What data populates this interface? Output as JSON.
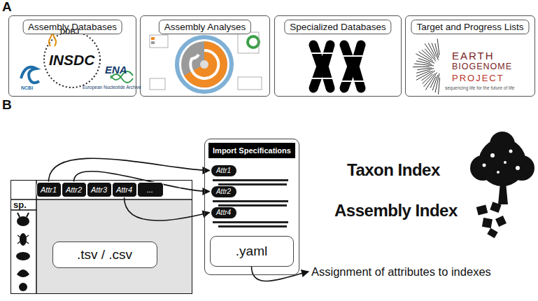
{
  "diagram": {
    "nodes": [
      {
        "text": [
          "Assembly Databases"
        ]
      },
      {
        "text": [
          "Assembly Analyses"
        ]
      },
      {
        "text": [
          "Specialized Databases"
        ]
      },
      {
        "text": [
          "Target and Progress Lists"
        ]
      },
      {
        "text": [
          "sp."
        ]
      },
      {
        "text": [
          "Attr1"
        ],
        "in": 4
      },
      {
        "text": [
          "Attr2"
        ],
        "in": 4
      },
      {
        "text": [
          "Attr3"
        ],
        "in": 4
      },
      {
        "text": [
          "Attr4"
        ],
        "in": 4
      },
      {
        "text": [
          "..."
        ],
        "in": 4
      },
      {
        "text": [
          ".tsv / .csv"
        ],
        "in": 4
      },
      {
        "text": [
          "Import Specifications"
        ]
      },
      {
        "text": [
          "Attr1"
        ],
        "in": 11
      },
      {
        "text": [
          "Attr2"
        ],
        "in": 11
      },
      {
        "text": [
          "Attr4"
        ],
        "in": 11
      },
      {
        "text": [
          ".yaml"
        ],
        "in": 11
      },
      {
        "text": [
          "Assignment of attributes to indexes"
        ]
      }
    ],
    "edges": [
      {
        "from": 5,
        "to": 12,
        "arrow": "to"
      },
      {
        "from": 6,
        "to": 13,
        "arrow": "to"
      },
      {
        "from": 8,
        "to": 14,
        "arrow": "to"
      },
      {
        "from": 15,
        "to": 16,
        "arrow": "to"
      }
    ],
    "labels": [
      "A",
      "B",
      "DDBJ",
      "INSDC",
      "NCBI",
      "ENA",
      "European Nucleotide Archive",
      "EARTH",
      "BIOGENOME",
      "PROJECT",
      "sequencing life for the future of life",
      "Taxon Index",
      "Assembly Index"
    ]
  }
}
